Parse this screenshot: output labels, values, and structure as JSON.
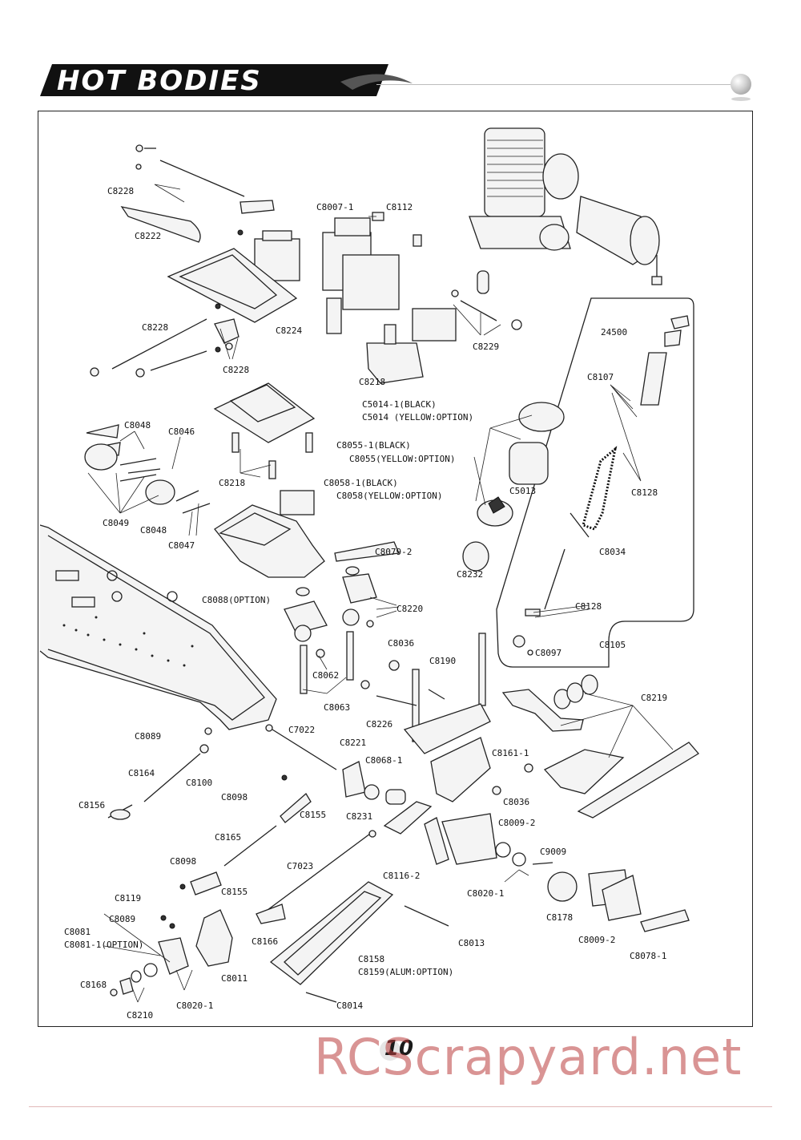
{
  "brand": {
    "logo_text": "HOT BODIES"
  },
  "page_number": "10",
  "watermark": "RCScrapyard.net",
  "labels": {
    "l_c8228_a": "C8228",
    "l_c8222": "C8222",
    "l_c8224": "C8224",
    "l_c8228_b": "C8228",
    "l_c8228_c": "C8228",
    "l_c8007_1": "C8007-1",
    "l_c8112": "C8112",
    "l_c8229": "C8229",
    "l_c8218_a": "C8218",
    "l_24500": "24500",
    "l_c8107": "C8107",
    "l_c8128_a": "C8128",
    "l_c8034": "C8034",
    "l_c8128_b": "C8128",
    "l_c8097": "C8097",
    "l_c8105": "C8105",
    "l_c5014_1": "C5014-1(BLACK)",
    "l_c5014": "C5014   (YELLOW:OPTION)",
    "l_c8055_1": "C8055-1(BLACK)",
    "l_c8055": "C8055(YELLOW:OPTION)",
    "l_c5013": "C5013",
    "l_c8058_1": "C8058-1(BLACK)",
    "l_c8058": "C8058(YELLOW:OPTION)",
    "l_c8048_a": "C8048",
    "l_c8046": "C8046",
    "l_c8218_b": "C8218",
    "l_c8049": "C8049",
    "l_c8048_b": "C8048",
    "l_c8047": "C8047",
    "l_c8079_2": "C8079-2",
    "l_c8232": "C8232",
    "l_c8088": "C8088(OPTION)",
    "l_c8220": "C8220",
    "l_c8062": "C8062",
    "l_c8036_a": "C8036",
    "l_c8190": "C8190",
    "l_c8063": "C8063",
    "l_c8226": "C8226",
    "l_c8219": "C8219",
    "l_c8089_a": "C8089",
    "l_c7022": "C7022",
    "l_c8221": "C8221",
    "l_c8068_1": "C8068-1",
    "l_c8161_1": "C8161-1",
    "l_c8164": "C8164",
    "l_c8100": "C8100",
    "l_c8098_a": "C8098",
    "l_c8156": "C8156",
    "l_c8155_a": "C8155",
    "l_c8231": "C8231",
    "l_c8036_b": "C8036",
    "l_c8009_2_a": "C8009-2",
    "l_c8165": "C8165",
    "l_c9009": "C9009",
    "l_c8098_b": "C8098",
    "l_c7023": "C7023",
    "l_c8116_2": "C8116-2",
    "l_c8155_b": "C8155",
    "l_c8020_1_a": "C8020-1",
    "l_c8119": "C8119",
    "l_c8178": "C8178",
    "l_c8089_b": "C8089",
    "l_c8081": "C8081",
    "l_c8081_1": "C8081-1(OPTION)",
    "l_c8166": "C8166",
    "l_c8013": "C8013",
    "l_c8009_2_b": "C8009-2",
    "l_c8078_1": "C8078-1",
    "l_c8158": "C8158",
    "l_c8159": "C8159(ALUM:OPTION)",
    "l_c8011": "C8011",
    "l_c8168": "C8168",
    "l_c8020_1_b": "C8020-1",
    "l_c8014": "C8014",
    "l_c8210": "C8210"
  }
}
